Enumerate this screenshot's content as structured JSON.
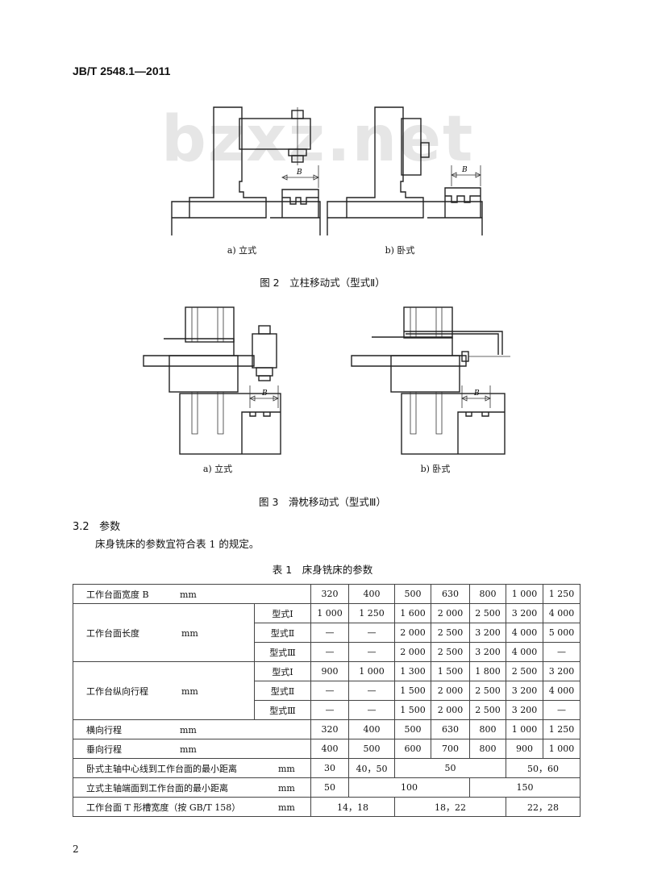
{
  "header": {
    "code": "JB/T 2548.1—2011"
  },
  "watermark": "bzxz.net",
  "figure2": {
    "sub_a": "a) 立式",
    "sub_b": "b) 卧式",
    "dim_label": "B",
    "caption": "图 2　立柱移动式（型式Ⅱ）"
  },
  "figure3": {
    "sub_a": "a) 立式",
    "sub_b": "b) 卧式",
    "dim_label": "B",
    "caption": "图 3　滑枕移动式（型式Ⅲ）"
  },
  "section": {
    "number": "3.2",
    "title": "参数"
  },
  "paragraph": "床身铣床的参数宜符合表 1 的规定。",
  "table": {
    "caption": "表 1　床身铣床的参数",
    "width_row": {
      "label": "工作台面宽度 B",
      "unit": "mm",
      "values": [
        "320",
        "400",
        "500",
        "630",
        "800",
        "1 000",
        "1 250"
      ]
    },
    "length": {
      "label": "工作台面长度",
      "unit": "mm",
      "rows": [
        {
          "type": "型式Ⅰ",
          "values": [
            "1 000",
            "1 250",
            "1 600",
            "2 000",
            "2 500",
            "3 200",
            "4 000"
          ]
        },
        {
          "type": "型式Ⅱ",
          "values": [
            "—",
            "—",
            "2 000",
            "2 500",
            "3 200",
            "4 000",
            "5 000"
          ]
        },
        {
          "type": "型式Ⅲ",
          "values": [
            "—",
            "—",
            "2 000",
            "2 500",
            "3 200",
            "4 000",
            "—"
          ]
        }
      ]
    },
    "travel": {
      "label": "工作台纵向行程",
      "unit": "mm",
      "rows": [
        {
          "type": "型式Ⅰ",
          "values": [
            "900",
            "1 000",
            "1 300",
            "1 500",
            "1 800",
            "2 500",
            "3 200"
          ]
        },
        {
          "type": "型式Ⅱ",
          "values": [
            "—",
            "—",
            "1 500",
            "2 000",
            "2 500",
            "3 200",
            "4 000"
          ]
        },
        {
          "type": "型式Ⅲ",
          "values": [
            "—",
            "—",
            "1 500",
            "2 000",
            "2 500",
            "3 200",
            "—"
          ]
        }
      ]
    },
    "cross": {
      "label": "横向行程",
      "unit": "mm",
      "values": [
        "320",
        "400",
        "500",
        "630",
        "800",
        "1 000",
        "1 250"
      ]
    },
    "vertical": {
      "label": "垂向行程",
      "unit": "mm",
      "values": [
        "400",
        "500",
        "600",
        "700",
        "800",
        "900",
        "1 000"
      ]
    },
    "horiz_dist": {
      "label": "卧式主轴中心线到工作台面的最小距离",
      "unit": "mm",
      "values": [
        "30",
        "40，50",
        "50",
        "50，60"
      ]
    },
    "vert_dist": {
      "label": "立式主轴端面到工作台面的最小距离",
      "unit": "mm",
      "values": [
        "50",
        "100",
        "150"
      ]
    },
    "tslot": {
      "label": "工作台面 T 形槽宽度（按 GB/T 158）",
      "unit": "mm",
      "values": [
        "14，18",
        "18，22",
        "22，28"
      ]
    }
  },
  "page_number": "2"
}
